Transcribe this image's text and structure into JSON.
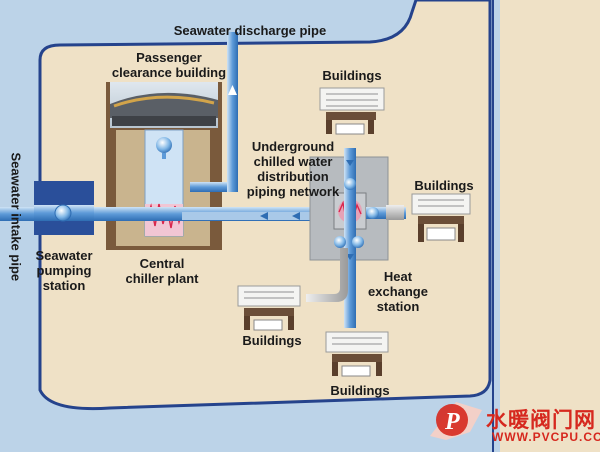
{
  "labels": {
    "discharge_pipe": "Seawater discharge pipe",
    "passenger_building": "Passenger\nclearance building",
    "intake_pipe": "Seawater intake pipe",
    "underground_network": "Underground\nchilled water\ndistribution\npiping network",
    "pumping_station": "Seawater\npumping\nstation",
    "chiller_plant": "Central\nchiller plant",
    "heat_exchange": "Heat\nexchange\nstation",
    "buildings_top": "Buildings",
    "buildings_right": "Buildings",
    "buildings_left": "Buildings",
    "buildings_bottom": "Buildings"
  },
  "watermark": {
    "chinese": "水暖阀门网",
    "domain": "WWW.PVCPU.COM",
    "logo_letter": "P"
  },
  "colors": {
    "sea": "#bcd3e8",
    "land": "#efe1c6",
    "shore_edge": "#25438c",
    "pipe": "#4a8fd4",
    "pipe_light": "#a9c9e8",
    "soil": "#7a5a3c",
    "station_gray": "#b7bbbf",
    "heat_core": "#e6a2b6",
    "watermark_red": "#d6281e"
  }
}
